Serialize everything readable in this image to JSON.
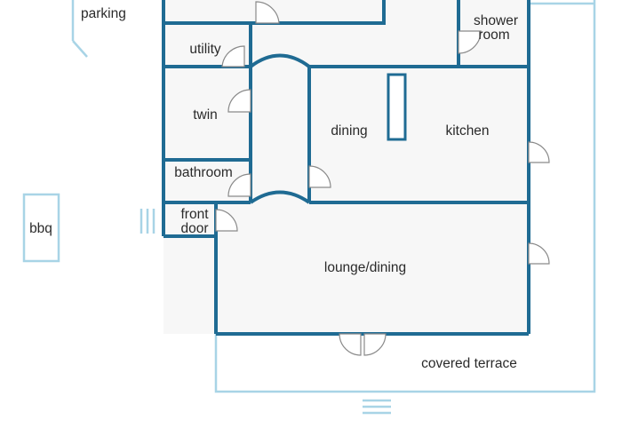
{
  "labels": {
    "parking": "parking",
    "utility": "utility",
    "shower_room": [
      "shower",
      "room"
    ],
    "twin": "twin",
    "dining": "dining",
    "kitchen": "kitchen",
    "bathroom": "bathroom",
    "front_door": [
      "front",
      "door"
    ],
    "bbq": "bbq",
    "lounge_dining": "lounge/dining",
    "covered_terrace": "covered terrace"
  },
  "colors": {
    "wall": "#1f6b93",
    "outline": "#a8d4e6",
    "room_fill": "#f7f7f7",
    "door": "#8a8a8a"
  }
}
